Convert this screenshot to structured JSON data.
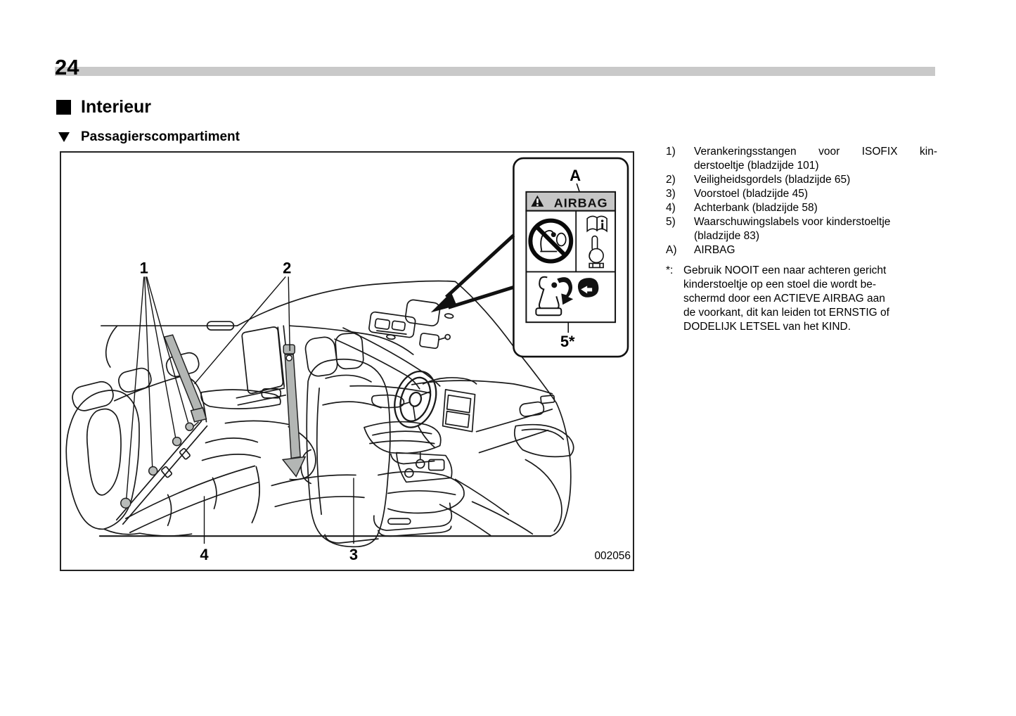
{
  "page": {
    "number": "24"
  },
  "section": {
    "title": "Interieur"
  },
  "subsection": {
    "title": "Passagierscompartiment"
  },
  "figure": {
    "code": "002056",
    "callouts": {
      "c1": "1",
      "c2": "2",
      "c3": "3",
      "c4": "4",
      "ca": "A",
      "c5": "5*"
    },
    "airbag_label": {
      "title": "AIRBAG"
    }
  },
  "right_column": {
    "items": [
      {
        "marker": "1)",
        "lines": [
          "Verankeringsstangen voor ISOFIX kin-",
          "derstoeltje (bladzijde 101)"
        ],
        "justify_first": true
      },
      {
        "marker": "2)",
        "lines": [
          "Veiligheidsgordels (bladzijde 65)"
        ]
      },
      {
        "marker": "3)",
        "lines": [
          "Voorstoel (bladzijde 45)"
        ]
      },
      {
        "marker": "4)",
        "lines": [
          "Achterbank (bladzijde 58)"
        ]
      },
      {
        "marker": "5)",
        "lines": [
          "Waarschuwingslabels voor kinderstoeltje",
          "(bladzijde 83)"
        ]
      },
      {
        "marker": "A)",
        "lines": [
          "AIRBAG"
        ]
      },
      {
        "marker": "*:",
        "lines": [
          "Gebruik NOOIT een naar achteren gericht",
          "kinderstoeltje op een stoel die wordt be-",
          "schermd door een ACTIEVE AIRBAG aan",
          "de voorkant, dit kan leiden tot ERNSTIG of",
          "DODELIJK LETSEL van het KIND."
        ],
        "footnote": true
      }
    ]
  },
  "colors": {
    "page_bar": "#c9c9c9",
    "label_header_bg": "#c6c6c6",
    "belt_gray": "#b3b6b4",
    "anchor_gray": "#b9bcba"
  }
}
